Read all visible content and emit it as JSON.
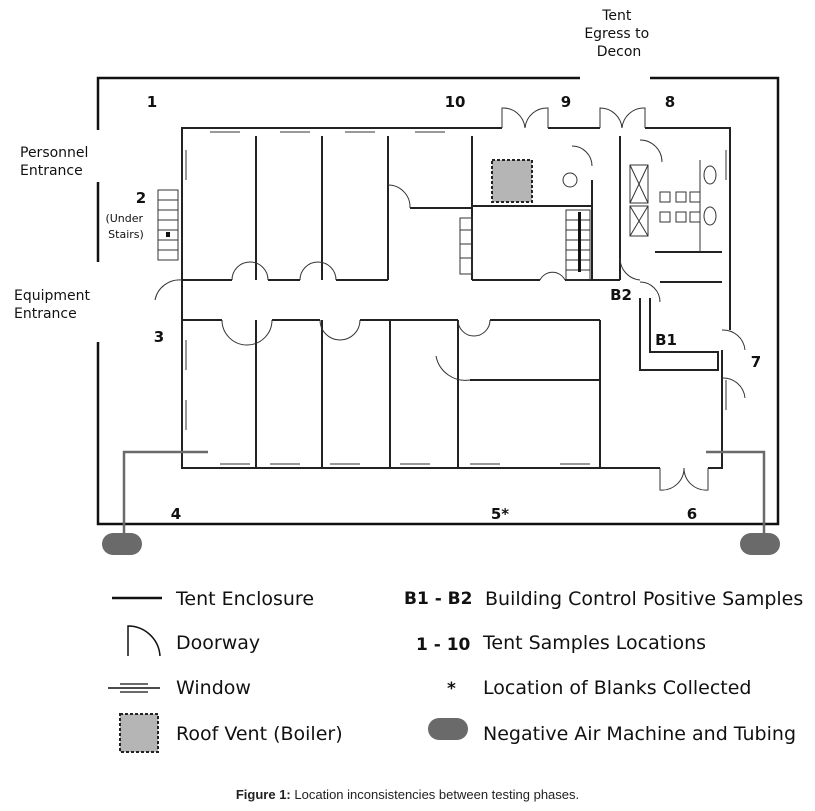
{
  "labels": {
    "tent_egress": [
      "Tent",
      "Egress to",
      "Decon"
    ],
    "personnel": [
      "Personnel",
      "Entrance"
    ],
    "equipment": [
      "Equipment",
      "Entrance"
    ],
    "under_stairs": [
      "(Under",
      "Stairs)"
    ]
  },
  "locations": [
    "1",
    "2",
    "3",
    "4",
    "5*",
    "6",
    "7",
    "8",
    "9",
    "10"
  ],
  "controls": [
    "B1",
    "B2"
  ],
  "legend": {
    "tent_enclosure": "Tent Enclosure",
    "doorway": "Doorway",
    "window": "Window",
    "roof_vent": "Roof Vent (Boiler)",
    "b_range": "B1 - B2",
    "b_desc": "Building Control Positive Samples",
    "n_range": "1 - 10",
    "n_desc": "Tent Samples Locations",
    "star": "*",
    "star_desc": "Location of Blanks Collected",
    "machine_desc": "Negative Air Machine and Tubing"
  },
  "caption": {
    "bold": "Figure 1:",
    "text": " Location inconsistencies between testing phases."
  },
  "colors": {
    "roof_vent_fill": "#b5b5b5",
    "machine_fill": "#6a6a6a",
    "line": "#111111"
  }
}
